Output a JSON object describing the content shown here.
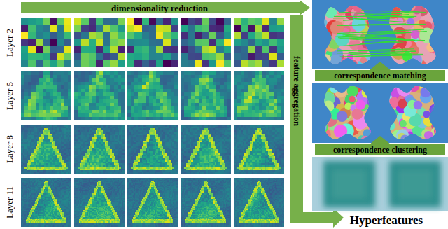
{
  "diagram": {
    "labels": [
      "dimensionality reduction",
      "Layer 2",
      "Layer 5",
      "Layer 8",
      "Layer 11",
      "feature aggregation",
      "correspondence matching",
      "correspondence clustering",
      "Hyperfeatures"
    ]
  }
}
